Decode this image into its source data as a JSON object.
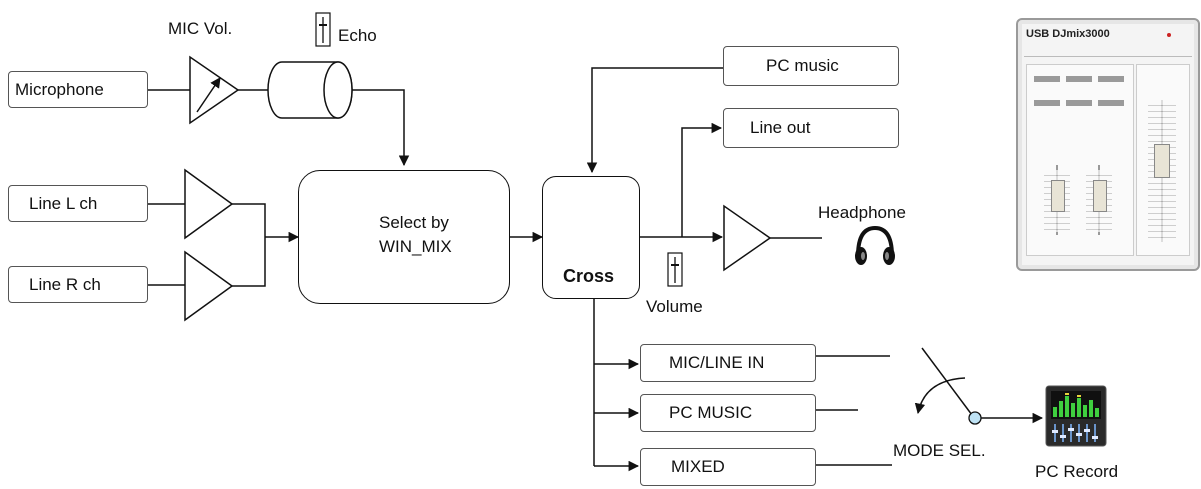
{
  "inputs": {
    "microphone": "Microphone",
    "line_l": "Line L ch",
    "line_r": "Line R ch"
  },
  "labels": {
    "mic_vol": "MIC Vol.",
    "echo": "Echo",
    "select_line1": "Select by",
    "select_line2": "WIN_MIX",
    "cross": "Cross",
    "volume": "Volume",
    "headphone": "Headphone",
    "mode_sel": "MODE SEL.",
    "pc_record": "PC Record"
  },
  "outputs": {
    "pc_music": "PC music",
    "line_out": "Line out"
  },
  "record_sources": [
    "MIC/LINE IN",
    "PC MUSIC",
    "MIXED"
  ],
  "device": {
    "title": "USB DJmix3000",
    "led_color": "#cc2222"
  },
  "colors": {
    "line": "#111111",
    "box_border": "#555555",
    "switch_node": "#bfe3f5"
  }
}
